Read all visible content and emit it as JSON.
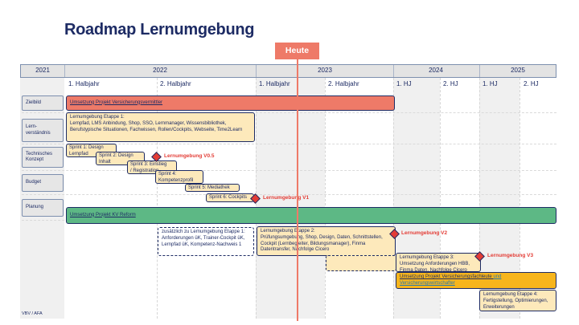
{
  "title": "Roadmap Lernumgebung",
  "today_label": "Heute",
  "years": [
    "2021",
    "2022",
    "2023",
    "2024",
    "2025"
  ],
  "halves": [
    "1. Halbjahr",
    "2. Halbjahr",
    "1. Halbjahr",
    "2. Halbjahr",
    "1. HJ",
    "2. HJ",
    "1. HJ",
    "2. HJ"
  ],
  "rows": {
    "zielbild": "Zielbild",
    "lernverstaendnis": "Lern-\nverständnis",
    "technisches_konzept": "Technisches\nKonzept",
    "budget": "Budget",
    "planung": "Planung"
  },
  "bars": {
    "versicherungsvermittler": "Umsetzung Projekt Versicherungsvermittler",
    "etappe1": "Lernumgebung Etappe 1:\nLernpfad, LMS Anbindung, Shop, SSO, Lernmanager, Wissensbibliothek, Berufstypische Situationen, Fachwissen, Rollen/Cockpits, Webseite, Time2Learn",
    "sprint1": "Sprint 1: Design\nLernpfad",
    "sprint2": "Sprint 2: Design\nInhalt",
    "sprint3": "Sprint 3: Einstieg\n/ Registration",
    "sprint4": "Sprint 4:\nKompetenzprofil",
    "sprint5": "Sprint 5: Mediathek",
    "sprint6": "Sprint 6: Cockpits",
    "kv_reform": "Umsetzung Projekt KV Reform",
    "zusaetzlich": "zusätzlich zu Lernumgebung Etappe 1:\nAnforderungen üK, Trainer-Cockpit üK, Lernpfad üK, Kompetenz-Nachweis 1",
    "etappe2": "Lernumgebung Etappe 2:\nPrüfungsumgebung, Shop, Design, Daten, Schnittstellen, Cockpit (Lernbegleiter, Bildungsmanager), Finma Datentransfer, Nachfolge Cicero",
    "etappe3": "Lernumgebung Etappe 3:\nUmsetzung Anforderungen HBB, Finma Daten, Nachfolge Cicero",
    "fachleute_main": "Umsetzung Projekt Versicherungsfachleute ",
    "fachleute_und": "und",
    "fachleute_wirtschafter": "Versicherungswirtschafter",
    "etappe4": "Lernumgebung Etappe 4:\nFertigstellung, Optimierungen, Erweiterungen"
  },
  "milestones": {
    "v05": "Lernumgebung V0.5",
    "v1": "Lernumgebung V1",
    "v2": "Lernumgebung V2",
    "v3": "Lernumgebung V3"
  },
  "footer": "VBV / AFA",
  "colors": {
    "accent_red": "#ee7a68",
    "milestone_red": "#e33c35",
    "green": "#5db885",
    "orange": "#f7b51c",
    "cream": "#fde9bb",
    "navy": "#1d2b64"
  }
}
